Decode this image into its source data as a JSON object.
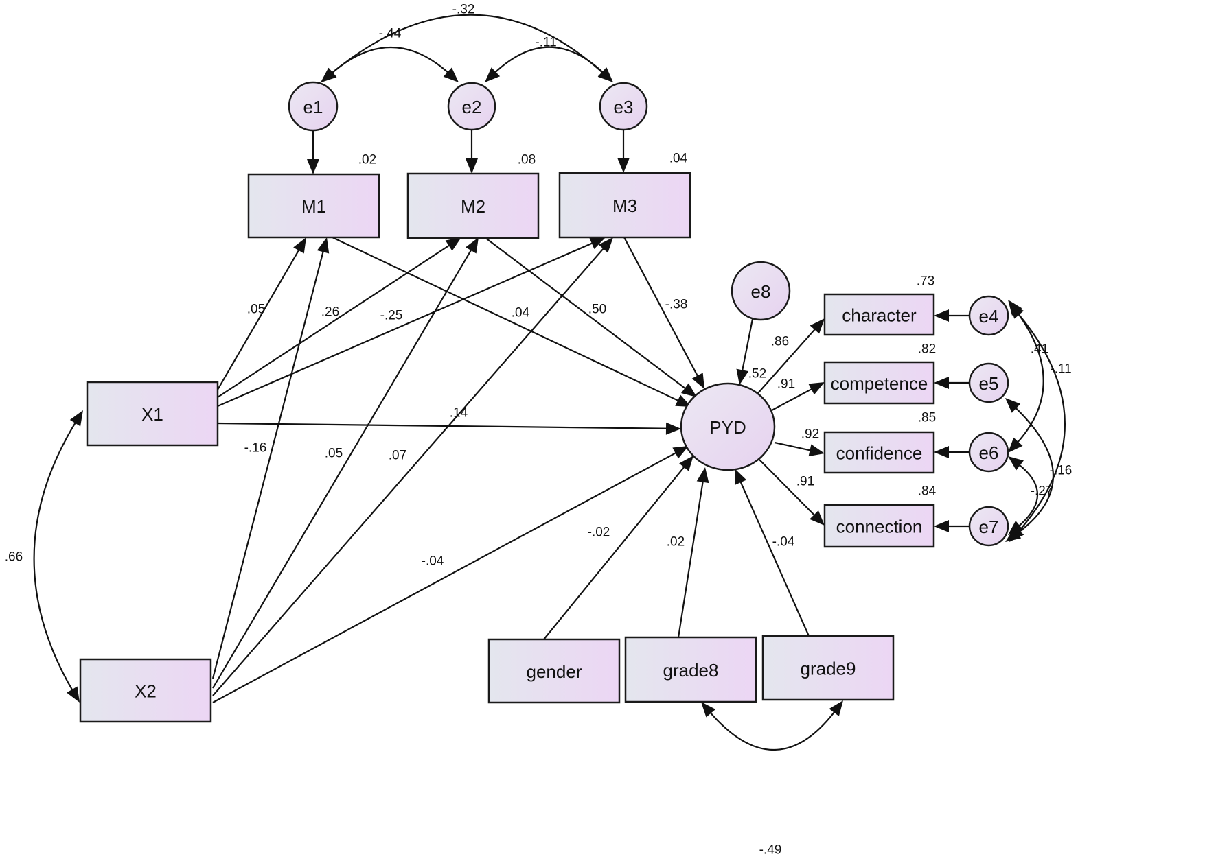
{
  "diagram": {
    "colors": {
      "node_fill_left": "#e4e6ee",
      "node_fill_right": "#ecd6f4",
      "stroke": "#111111"
    },
    "nodes": {
      "M1": "M1",
      "M2": "M2",
      "M3": "M3",
      "X1": "X1",
      "X2": "X2",
      "PYD": "PYD",
      "character": "character",
      "competence": "competence",
      "confidence": "confidence",
      "connection": "connection",
      "gender": "gender",
      "grade8": "grade8",
      "grade9": "grade9",
      "e1": "e1",
      "e2": "e2",
      "e3": "e3",
      "e4": "e4",
      "e5": "e5",
      "e6": "e6",
      "e7": "e7",
      "e8": "e8"
    },
    "r_squared": {
      "M1": ".02",
      "M2": ".08",
      "M3": ".04",
      "PYD": ".52",
      "character": ".73",
      "competence": ".82",
      "confidence": ".85",
      "connection": ".84"
    },
    "paths": {
      "X1_M1": ".05",
      "X2_M1": ".26",
      "X1_M3": "-.25",
      "M1_PYD": ".04",
      "M2_PYD": ".50",
      "M3_PYD": "-.38",
      "X1_PYD": ".14",
      "X1_M2": "-.16",
      "X2_M2": ".05",
      "X2_M3": ".07",
      "X2_PYD": "-.04",
      "gender_PYD": "-.02",
      "grade8_PYD": ".02",
      "grade9_PYD": "-.04",
      "PYD_character": ".86",
      "PYD_competence": ".91",
      "PYD_confidence": ".92",
      "PYD_connection": ".91"
    },
    "covariances": {
      "e1_e3": "-.32",
      "e1_e2": "-.44",
      "e2_e3": "-.11",
      "X1_X2": ".66",
      "e4_e6": ".41",
      "e4_e7": "-.11",
      "e5_e7": "-.16",
      "e6_e7": "-.27",
      "grade8_grade9": "-.49"
    }
  }
}
